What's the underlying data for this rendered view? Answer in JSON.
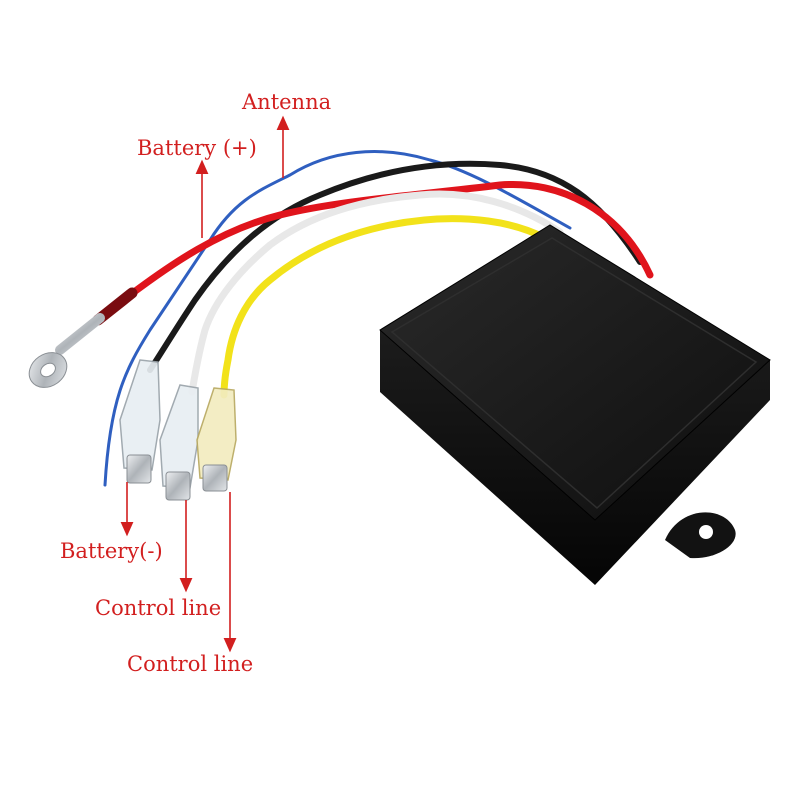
{
  "labels": {
    "antenna": "Antenna",
    "battery_pos": "Battery (+)",
    "battery_neg": "Battery(-)",
    "control_line_1": "Control line",
    "control_line_2": "Control line"
  },
  "colors": {
    "label": "#d21f1f",
    "arrow": "#d21f1f",
    "housing": "#141414",
    "wire_red": "#e0141c",
    "wire_black": "#1a1a1a",
    "wire_blue": "#2f5fc0",
    "wire_white": "#ececec",
    "wire_yellow": "#f2e21a",
    "terminal": "#c8ccd0"
  }
}
